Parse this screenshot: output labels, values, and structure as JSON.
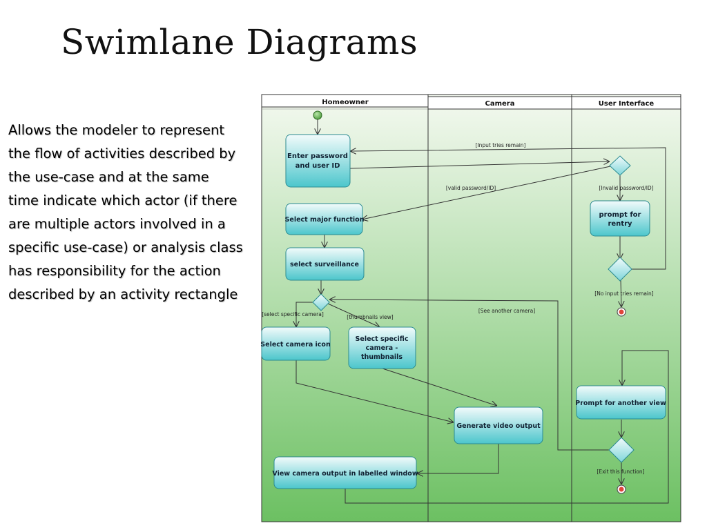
{
  "slide": {
    "title": "Swimlane Diagrams",
    "description": "Allows the modeler to represent the flow of activities described by the use-case and at the same time indicate which actor (if there are multiple actors involved in a specific use-case) or analysis class has responsibility for the action described by an activity rectangle"
  },
  "diagram": {
    "lanes": {
      "homeowner": "Homeowner",
      "camera": "Camera",
      "ui": "User Interface"
    },
    "activities": {
      "enter_password": [
        "Enter password",
        "and user ID"
      ],
      "select_major_function": "Select major function",
      "select_surveillance": "select surveillance",
      "select_camera_icon": "Select camera icon",
      "select_specific_camera": [
        "Select specific",
        "camera -",
        "thumbnails"
      ],
      "generate_video": "Generate video output",
      "view_camera_output": "View camera output in labelled window",
      "prompt_reentry": [
        "prompt for",
        "rentry"
      ],
      "prompt_another_view": "Prompt for another view"
    },
    "guards": {
      "input_tries_remain": "[Input tries remain]",
      "valid_password": "[valid password/ID]",
      "invalid_password": "[Invalid password/ID]",
      "no_input_tries": "[No input tries remain]",
      "select_specific_camera": "[select specific camera]",
      "thumbnails_view": "[thumbnails view]",
      "see_another_camera": "[See another camera]",
      "exit_function": "[Exit this function]"
    },
    "colors": {
      "activity_top": "#eefafa",
      "activity_bottom": "#4cc6cc",
      "lane_top": "#f2f8ee",
      "lane_bottom": "#6cc062"
    }
  }
}
